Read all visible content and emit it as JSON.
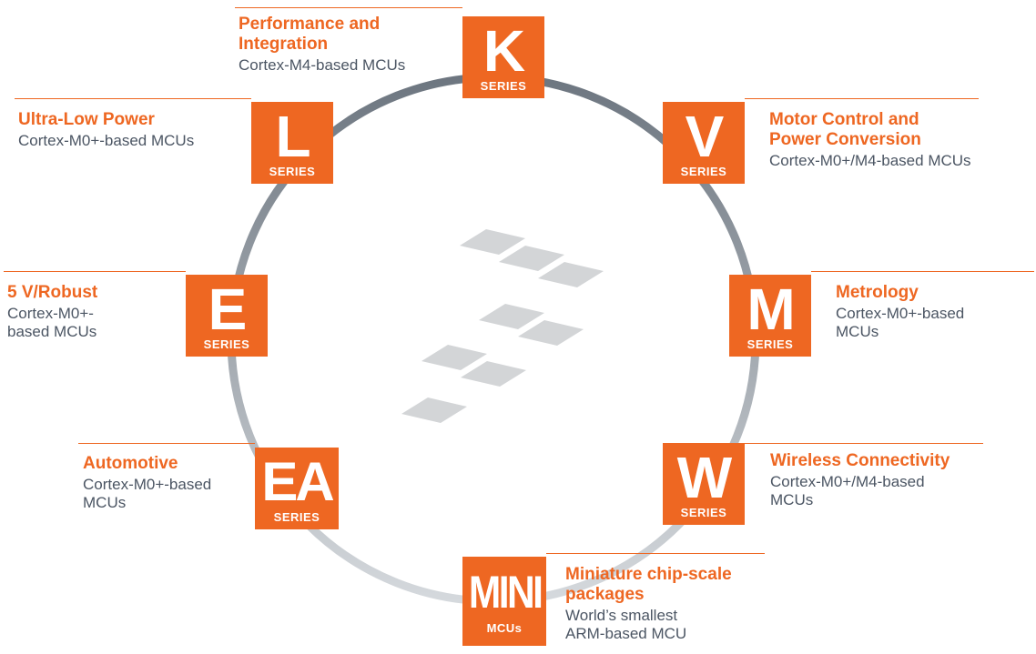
{
  "colors": {
    "accent": "#ee6722",
    "ring_top": "#6d7680",
    "ring_bottom": "#d5d9dd",
    "logo": "#d3d5d7"
  },
  "segments": [
    {
      "letter": "K",
      "sub": "SERIES",
      "title": "Performance and Integration",
      "desc": "Cortex-M4-based MCUs"
    },
    {
      "letter": "V",
      "sub": "SERIES",
      "title": "Motor Control and Power Conversion",
      "desc": "Cortex-M0+/M4-based MCUs"
    },
    {
      "letter": "M",
      "sub": "SERIES",
      "title": "Metrology",
      "desc": "Cortex-M0+-based MCUs"
    },
    {
      "letter": "W",
      "sub": "SERIES",
      "title": "Wireless Connectivity",
      "desc": "Cortex-M0+/M4-based MCUs"
    },
    {
      "letter": "MINI",
      "sub": "MCUs",
      "title": "Miniature chip-scale packages",
      "desc": "World’s smallest ARM-based MCU"
    },
    {
      "letter": "EA",
      "sub": "SERIES",
      "title": "Automotive",
      "desc": "Cortex-M0+-based MCUs"
    },
    {
      "letter": "E",
      "sub": "SERIES",
      "title": "5 V/Robust",
      "desc": "Cortex-M0+-based MCUs"
    },
    {
      "letter": "L",
      "sub": "SERIES",
      "title": "Ultra-Low Power",
      "desc": "Cortex-M0+-based MCUs"
    }
  ]
}
